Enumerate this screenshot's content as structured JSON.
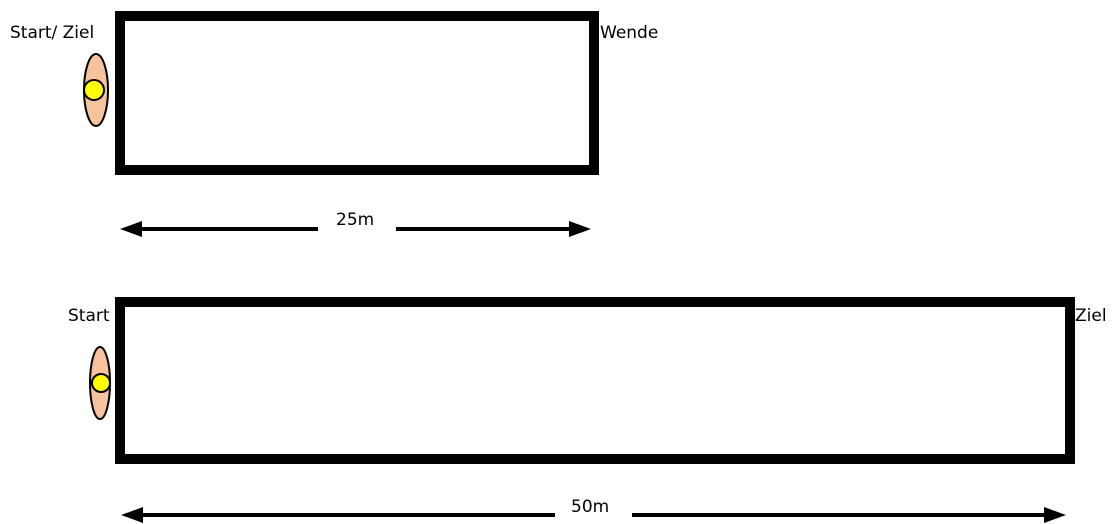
{
  "colors": {
    "pool_border": "#000000",
    "swimmer_body": "#f6c39d",
    "swimmer_head": "#ffff00",
    "arrow": "#000000"
  },
  "diagram_25m": {
    "start_finish_label": "Start/ Ziel",
    "turn_label": "Wende",
    "distance_label": "25m",
    "swimmer_icon": "swimmer-icon"
  },
  "diagram_50m": {
    "start_label": "Start",
    "finish_label": "Ziel",
    "distance_label": "50m",
    "swimmer_icon": "swimmer-icon"
  }
}
